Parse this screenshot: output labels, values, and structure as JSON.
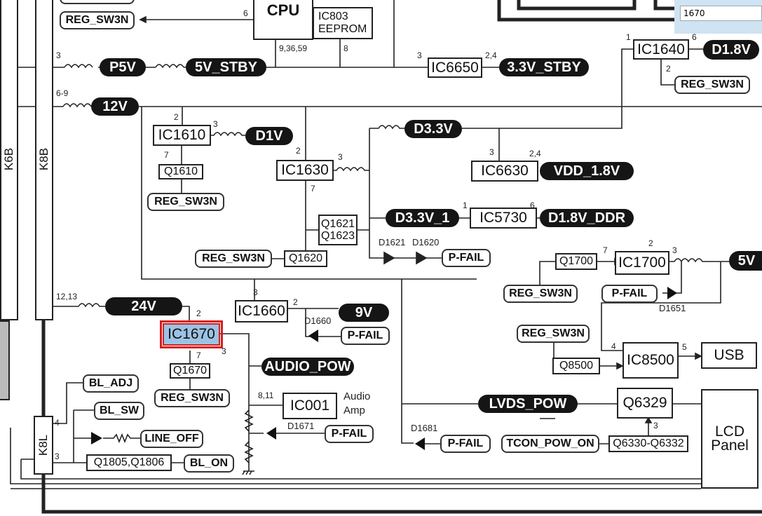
{
  "connectors": {
    "k6b": "K6B",
    "k8b": "K8B",
    "k8l": "K8L"
  },
  "ics": {
    "cpu": "CPU",
    "ic803": "IC803",
    "ic803_sub": "EEPROM",
    "ic6650": "IC6650",
    "ic1640": "IC1640",
    "ic1610": "IC1610",
    "ic1630": "IC1630",
    "ic6630": "IC6630",
    "ic5730": "IC5730",
    "ic1660": "IC1660",
    "ic1670": "IC1670",
    "ic001": "IC001",
    "ic001_note": "Audio",
    "ic001_note2": "Amp",
    "ic1700": "IC1700",
    "ic8500": "IC8500",
    "usb": "USB",
    "lcd": "LCD",
    "lcd2": "Panel"
  },
  "transistors": {
    "q1610": "Q1610",
    "q1621": "Q1621",
    "q1623": "Q1623",
    "q1620": "Q1620",
    "q1670": "Q1670",
    "q1805": "Q1805,Q1806",
    "q1700": "Q1700",
    "q8500": "Q8500",
    "q6329": "Q6329",
    "q6330": "Q6330-Q6332"
  },
  "rails": {
    "p5v": "P5V",
    "v5stby": "5V_STBY",
    "v33stby": "3.3V_STBY",
    "d18v": "D1.8V",
    "v12": "12V",
    "d1v": "D1V",
    "d33v": "D3.3V",
    "vdd18": "VDD_1.8V",
    "d33v1": "D3.3V_1",
    "d18ddr": "D1.8V_DDR",
    "v9": "9V",
    "v24": "24V",
    "audio_pow": "AUDIO_POW",
    "v5": "5V",
    "lvds_pow": "LVDS_POW"
  },
  "signals": {
    "reg_sw3n": "REG_SW3N",
    "p_fail": "P-FAIL",
    "bl_adj": "BL_ADJ",
    "bl_sw": "BL_SW",
    "line_off": "LINE_OFF",
    "bl_on": "BL_ON",
    "tcon_pow_on": "TCON_POW_ON"
  },
  "diodes": {
    "d1621": "D1621",
    "d1620": "D1620",
    "d1660": "D1660",
    "d1671": "D1671",
    "d1651": "D1651",
    "d1681": "D1681"
  },
  "pins": {
    "p6": "6",
    "p93659": "9,36,59",
    "p8": "8",
    "p3": "3",
    "p24": "2,4",
    "p1": "1",
    "p2": "2",
    "p7": "7",
    "p69": "6-9",
    "p1213": "12,13",
    "p811": "8,11",
    "p4": "4",
    "p5": "5"
  },
  "search": {
    "value": "1670"
  }
}
